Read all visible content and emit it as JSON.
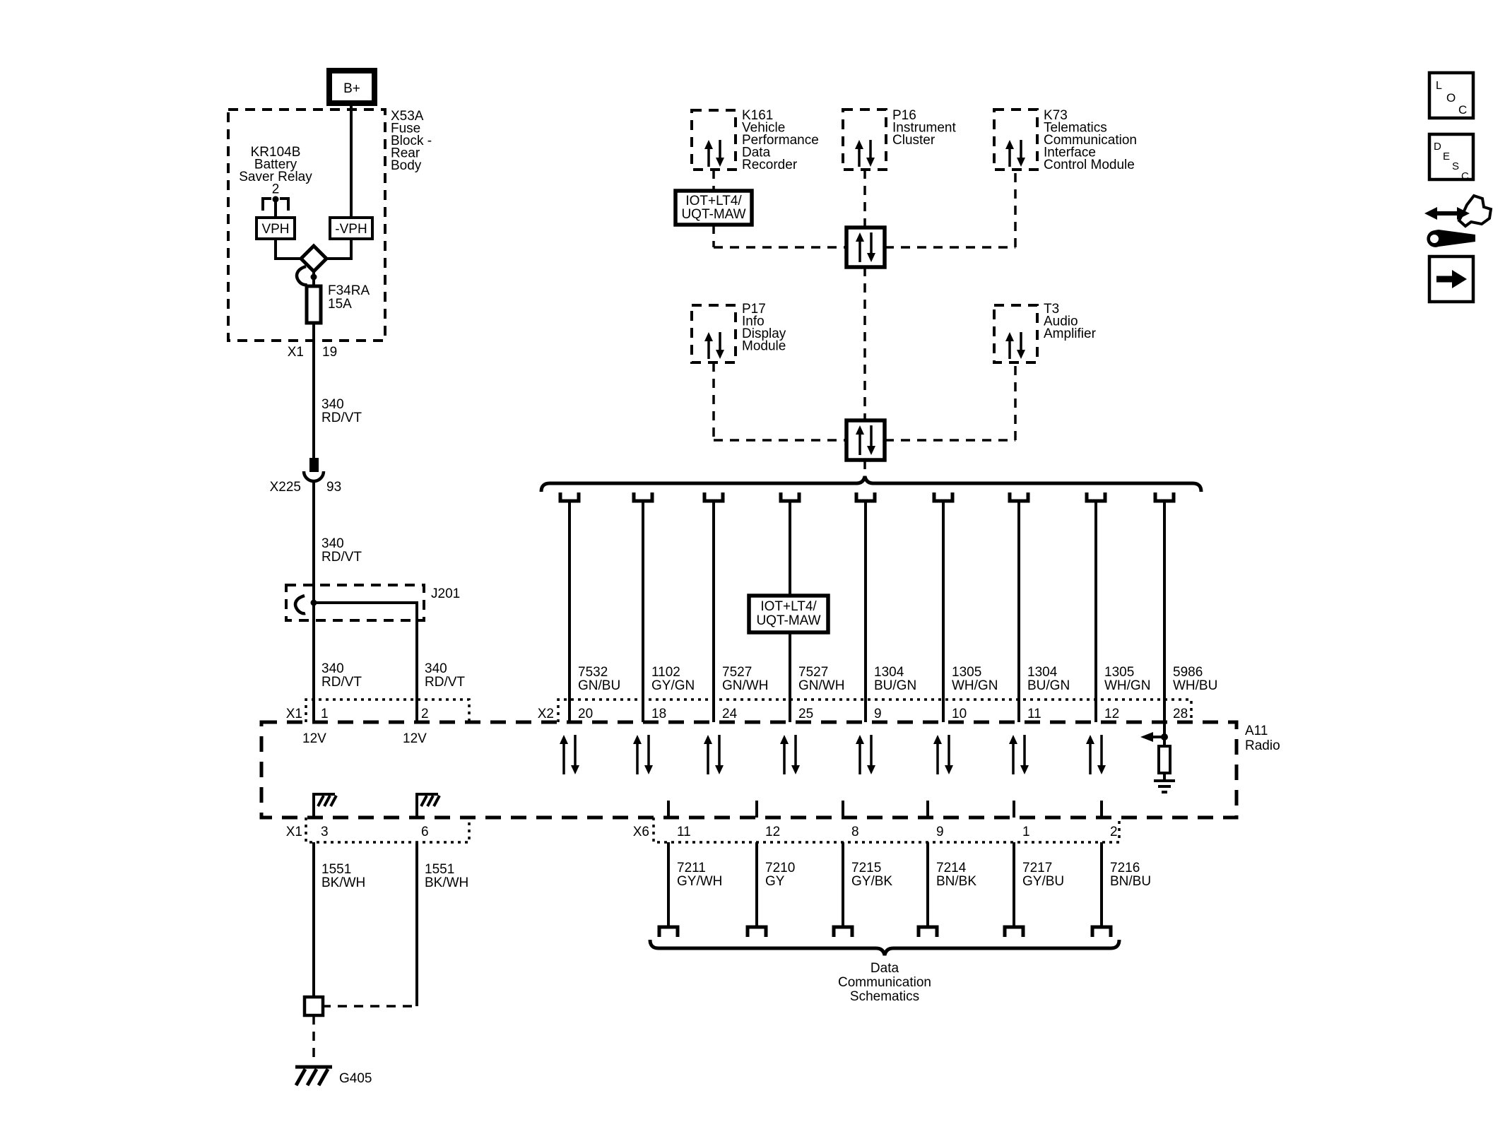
{
  "power_branch": {
    "bplus": "B+",
    "fuse_block": {
      "lines": [
        "X53A",
        "Fuse",
        "Block -",
        "Rear",
        "Body"
      ]
    },
    "relay": {
      "lines": [
        "KR104B",
        "Battery",
        "Saver Relay",
        "2"
      ]
    },
    "vph": "VPH",
    "neg_vph": "-VPH",
    "fuse": {
      "lines": [
        "F34RA",
        "15A"
      ]
    },
    "x1_19": {
      "conn": "X1",
      "pin": "19"
    },
    "wire_340": {
      "circuit": "340",
      "color": "RD/VT"
    },
    "x225": {
      "conn": "X225",
      "pin": "93"
    },
    "j201": "J201",
    "x1_power": {
      "conn": "X1",
      "pin_left": "1",
      "pin_right": "2",
      "voltage": "12V"
    },
    "x1_ground": {
      "conn": "X1",
      "pin_left": "3",
      "pin_right": "6"
    },
    "wire_1551": {
      "circuit": "1551",
      "color": "BK/WH"
    },
    "g405": "G405"
  },
  "modules": {
    "k161": {
      "lines": [
        "K161",
        "Vehicle",
        "Performance",
        "Data",
        "Recorder"
      ]
    },
    "p16": {
      "lines": [
        "P16",
        "Instrument",
        "Cluster"
      ]
    },
    "k73": {
      "lines": [
        "K73",
        "Telematics",
        "Communication",
        "Interface",
        "Control Module"
      ]
    },
    "p17": {
      "lines": [
        "P17",
        "Info",
        "Display",
        "Module"
      ]
    },
    "t3": {
      "lines": [
        "T3",
        "Audio",
        "Amplifier"
      ]
    }
  },
  "iot_badge": {
    "lines": [
      "IOT+LT4/",
      "UQT-MAW"
    ]
  },
  "radio": {
    "id": "A11",
    "name": "Radio",
    "x2": "X2",
    "x6": "X6"
  },
  "x2_circuits": [
    {
      "circuit": "7532",
      "color": "GN/BU",
      "pin": "20"
    },
    {
      "circuit": "1102",
      "color": "GY/GN",
      "pin": "18"
    },
    {
      "circuit": "7527",
      "color": "GN/WH",
      "pin": "24"
    },
    {
      "circuit": "7527",
      "color": "GN/WH",
      "pin": "25"
    },
    {
      "circuit": "1304",
      "color": "BU/GN",
      "pin": "9"
    },
    {
      "circuit": "1305",
      "color": "WH/GN",
      "pin": "10"
    },
    {
      "circuit": "1304",
      "color": "BU/GN",
      "pin": "11"
    },
    {
      "circuit": "1305",
      "color": "WH/GN",
      "pin": "12"
    },
    {
      "circuit": "5986",
      "color": "WH/BU",
      "pin": "28"
    }
  ],
  "x6_circuits": [
    {
      "circuit": "7211",
      "color": "GY/WH",
      "pin": "11"
    },
    {
      "circuit": "7210",
      "color": "GY",
      "pin": "12"
    },
    {
      "circuit": "7215",
      "color": "GY/BK",
      "pin": "8"
    },
    {
      "circuit": "7214",
      "color": "BN/BK",
      "pin": "9"
    },
    {
      "circuit": "7217",
      "color": "GY/BU",
      "pin": "1"
    },
    {
      "circuit": "7216",
      "color": "BN/BU",
      "pin": "2"
    }
  ],
  "brace_label": {
    "lines": [
      "Data",
      "Communication",
      "Schematics"
    ]
  },
  "sidebar": {
    "loc": [
      "L",
      "O",
      "C"
    ],
    "desc": [
      "D",
      "E",
      "S",
      "C"
    ]
  },
  "colors": {
    "ink": "#000000",
    "paper": "#ffffff"
  }
}
